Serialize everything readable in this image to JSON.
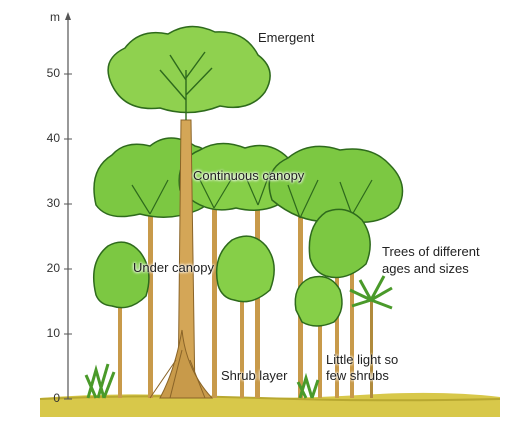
{
  "axis": {
    "unit": "m",
    "ticks": [
      "0",
      "10",
      "20",
      "30",
      "40",
      "50"
    ]
  },
  "labels": {
    "emergent": "Emergent",
    "continuous_canopy": "Continuous canopy",
    "under_canopy": "Under canopy",
    "trees_line1": "Trees of different",
    "trees_line2": "ages and sizes",
    "shrub_layer": "Shrub layer",
    "little_light_line1": "Little light so",
    "little_light_line2": "few shrubs"
  },
  "colors": {
    "leaf_light": "#8fd14f",
    "leaf_mid": "#6dbb3a",
    "leaf_dark": "#3f8f2a",
    "trunk": "#c89a4a",
    "trunk_dark": "#8a6428",
    "ground": "#d8c84a",
    "axis": "#555555"
  }
}
